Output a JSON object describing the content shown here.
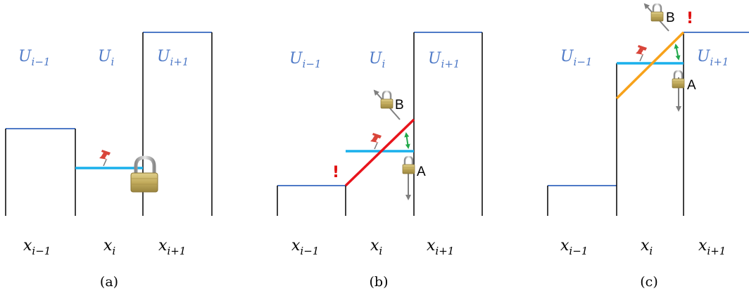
{
  "panels": [
    {
      "caption": "(a)",
      "u_labels": [
        {
          "main": "U",
          "sub": "i−1"
        },
        {
          "main": "U",
          "sub": "i"
        },
        {
          "main": "U",
          "sub": "i+1"
        }
      ],
      "x_labels": [
        {
          "main": "x",
          "sub": "i−1"
        },
        {
          "main": "x",
          "sub": "i"
        },
        {
          "main": "x",
          "sub": "i+1"
        }
      ],
      "lock_labels": [],
      "warning_mark": ""
    },
    {
      "caption": "(b)",
      "u_labels": [
        {
          "main": "U",
          "sub": "i−1"
        },
        {
          "main": "U",
          "sub": "i"
        },
        {
          "main": "U",
          "sub": "i+1"
        }
      ],
      "x_labels": [
        {
          "main": "x",
          "sub": "i−1"
        },
        {
          "main": "x",
          "sub": "i"
        },
        {
          "main": "x",
          "sub": "i+1"
        }
      ],
      "lock_labels": [
        "B",
        "A"
      ],
      "warning_mark": "!"
    },
    {
      "caption": "(c)",
      "u_labels": [
        {
          "main": "U",
          "sub": "i−1"
        },
        {
          "main": "U",
          "sub": "i+1"
        }
      ],
      "x_labels": [
        {
          "main": "x",
          "sub": "i−1"
        },
        {
          "main": "x",
          "sub": "i"
        },
        {
          "main": "x",
          "sub": "i+1"
        }
      ],
      "lock_labels": [
        "B",
        "A"
      ],
      "warning_mark": "!"
    }
  ],
  "colors": {
    "cell_level": "#4f7ac7",
    "cell_wall": "#000000",
    "reconstruction_flat": "#1ab0ec",
    "slope_red": "#e8141c",
    "slope_orange": "#f7a21b",
    "double_arrow": "#20a84a",
    "pin": "#d9453a",
    "lock_body": "#c9b46a",
    "arrow_gray": "#7f7f7f",
    "warning": "#e01010"
  },
  "icons": [
    "pushpin-icon",
    "padlock-icon",
    "gray-arrow-icon",
    "green-double-arrow-icon"
  ]
}
